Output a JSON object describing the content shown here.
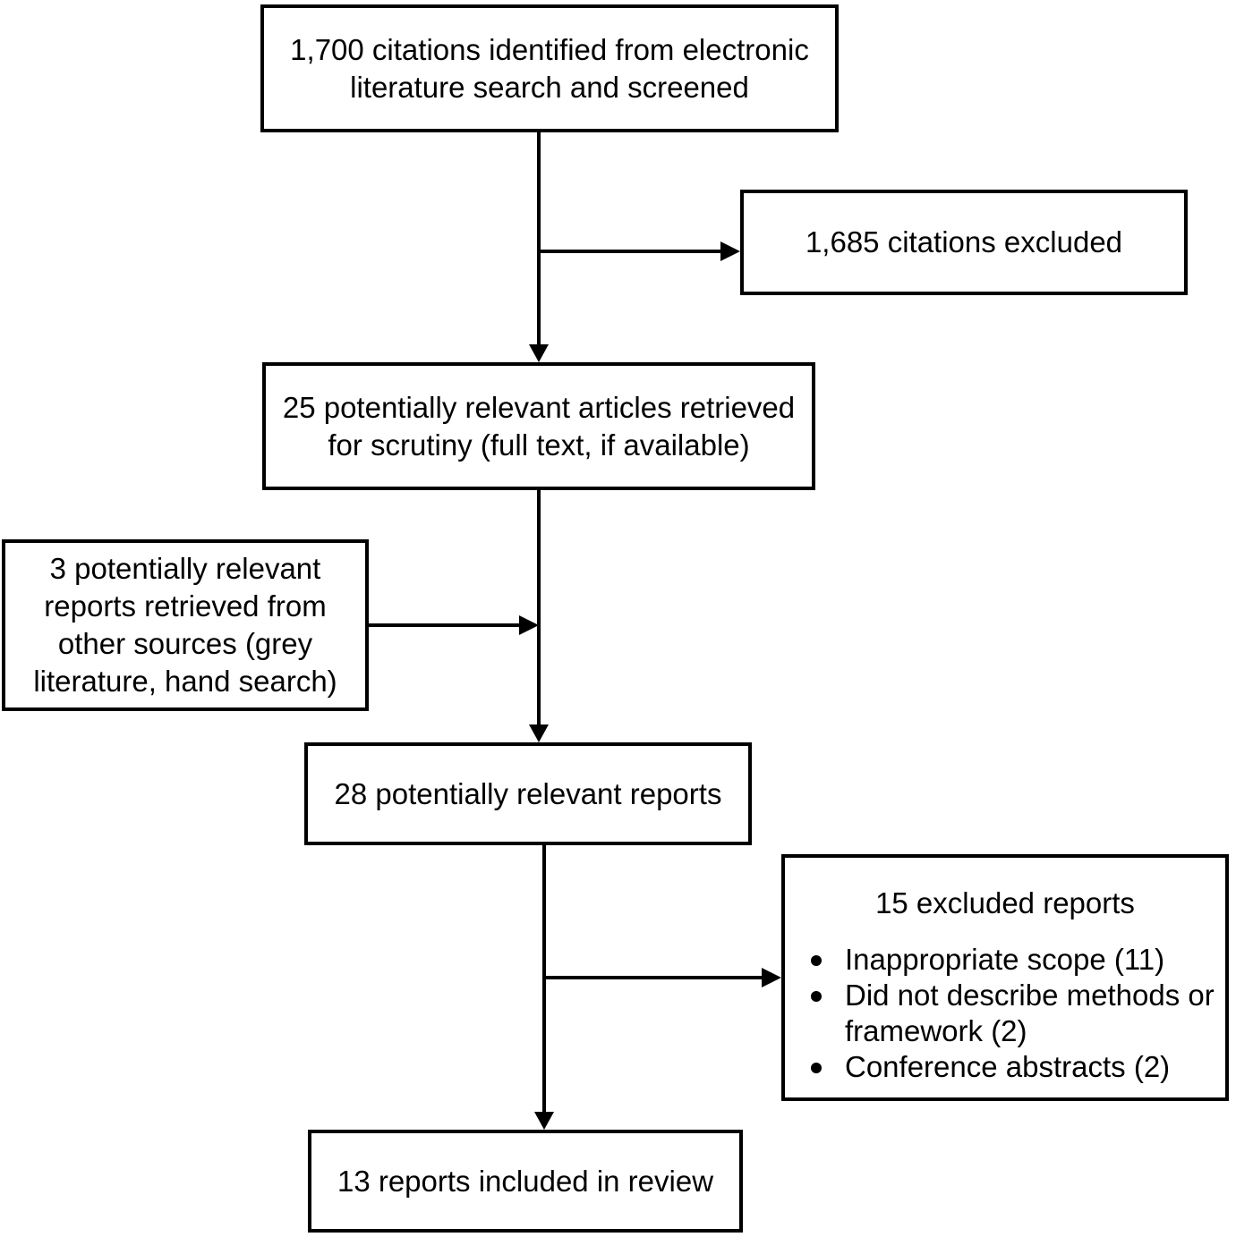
{
  "diagram_type": "literature-screening-flowchart",
  "colors": {
    "box_border": "#000000",
    "box_background": "#ffffff",
    "text": "#000000",
    "page_background": "#ffffff",
    "arrow": "#000000"
  },
  "boxes": {
    "identified": {
      "text": "1,700 citations identified from electronic\nliterature search and screened"
    },
    "citations_excluded": {
      "text": "1,685 citations excluded"
    },
    "retrieved": {
      "text": "25 potentially relevant articles retrieved\nfor scrutiny (full text, if available)"
    },
    "other_sources": {
      "text": "3 potentially relevant\nreports retrieved from\nother sources (grey\nliterature, hand search)"
    },
    "relevant": {
      "text": "28 potentially relevant reports"
    },
    "excluded_reports": {
      "title": "15 excluded reports",
      "bullets": [
        "Inappropriate scope (11)",
        "Did not describe methods or\nframework (2)",
        "Conference abstracts (2)"
      ]
    },
    "included": {
      "text": "13 reports included in review"
    }
  }
}
